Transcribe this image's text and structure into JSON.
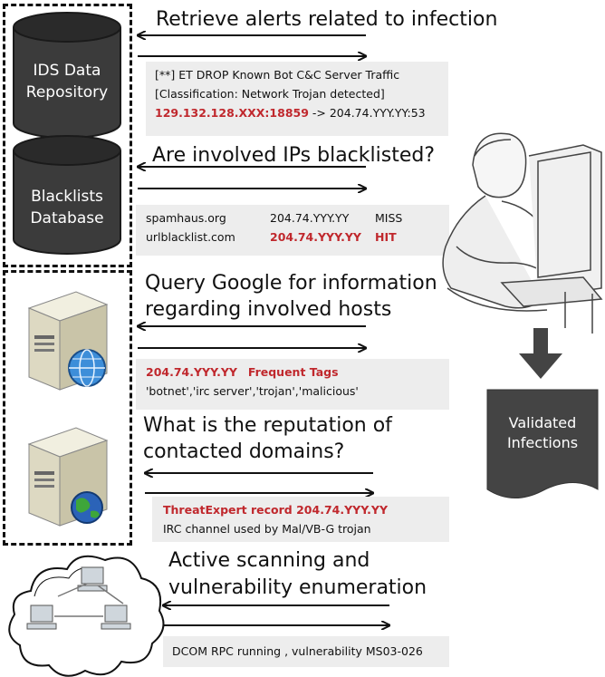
{
  "sections": {
    "ids": {
      "db_label_line1": "IDS Data",
      "db_label_line2": "Repository",
      "heading": "Retrieve alerts related  to infection",
      "panel": {
        "line1": "[**] ET DROP Known Bot C&C Server Traffic",
        "line2": "[Classification: Network Trojan detected]",
        "line3_red": "129.132.128.XXX:18859",
        "line3_rest": " -> 204.74.YYY.YY:53"
      }
    },
    "blacklists": {
      "db_label_line1": "Blacklists",
      "db_label_line2": "Database",
      "heading": "Are involved IPs blacklisted?",
      "rows": [
        {
          "source": "spamhaus.org",
          "ip": "204.74.YYY.YY",
          "result": "MISS",
          "highlight": false
        },
        {
          "source": "urlblacklist.com",
          "ip": "204.74.YYY.YY",
          "result": "HIT",
          "highlight": true
        }
      ]
    },
    "google": {
      "heading_line1": "Query Google for information",
      "heading_line2": "regarding involved hosts",
      "panel": {
        "ip": "204.74.YYY.YY",
        "tags_label": "Frequent Tags",
        "tags": "'botnet','irc server','trojan','malicious'"
      }
    },
    "reputation": {
      "heading_line1": "What is the reputation of",
      "heading_line2": "contacted domains?",
      "panel": {
        "title": "ThreatExpert record 204.74.YYY.YY",
        "line2": "IRC channel used by Mal/VB-G trojan"
      }
    },
    "scanning": {
      "heading_line1": "Active scanning and",
      "heading_line2": "vulnerability enumeration",
      "panel": {
        "line1": "DCOM RPC running , vulnerability MS03-026"
      }
    }
  },
  "output": {
    "label_line1": "Validated",
    "label_line2": "Infections"
  },
  "colors": {
    "highlight_red": "#c0282d",
    "panel_gray": "#ededed",
    "cylinder_dark": "#3b3b3b",
    "doc_dark": "#444444"
  }
}
